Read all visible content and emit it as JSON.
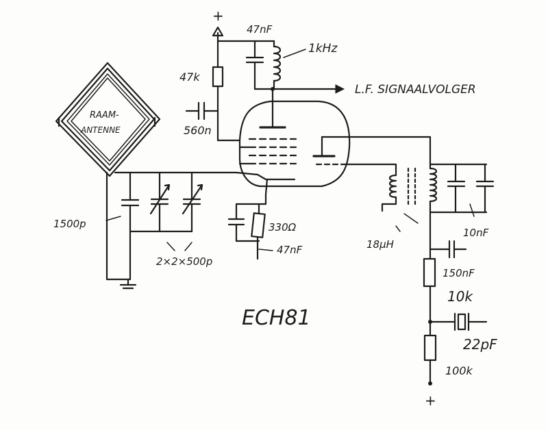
{
  "labels": {
    "plus_top": "+",
    "cap_47nf_top": "47nF",
    "freq": "1kHz",
    "res_47k": "47k",
    "output": "L.F. SIGNAALVOLGER",
    "cap_560n": "560n",
    "antenna_line1": "RAAM-",
    "antenna_line2": "ANTENNE",
    "cap_1500p": "1500p",
    "var_cap": "2×2×500p",
    "res_330": "330Ω",
    "cap_47nf_cathode": "47nF",
    "coil": "18μH",
    "cap_10nf": "10nF",
    "cap_150nf": "150nF",
    "res_10k": "10k",
    "cap_22pf": "22pF",
    "res_100k": "100k",
    "plus_bottom": "+",
    "tube": "ECH81"
  },
  "colors": {
    "ink": "#1c1c1c",
    "paper": "#fdfdfc"
  }
}
